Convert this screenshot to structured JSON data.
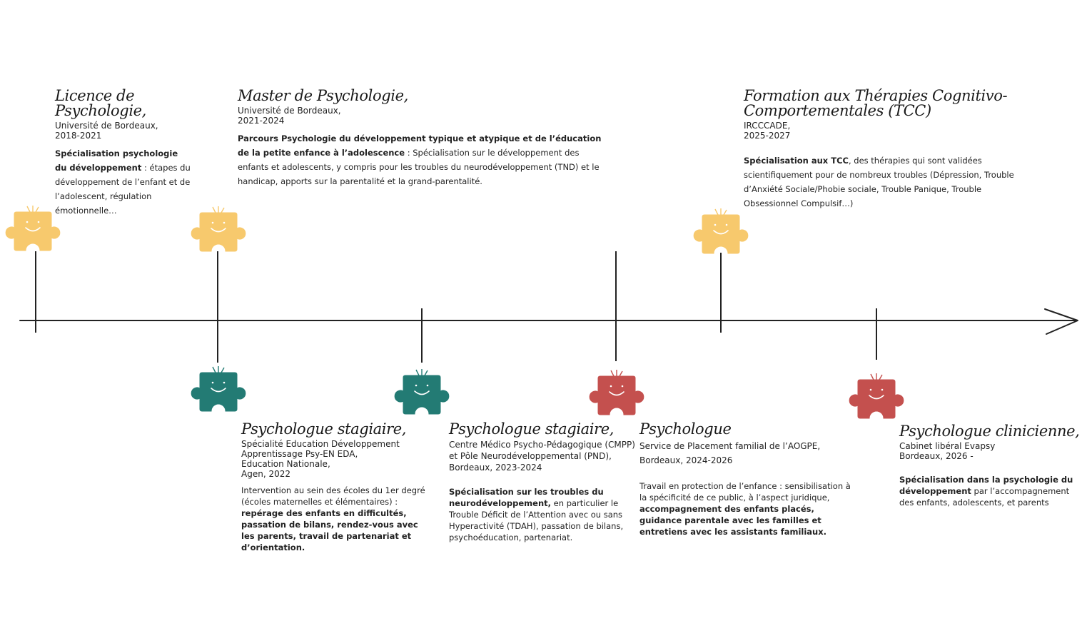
{
  "colors": {
    "yellow": "#F7C96D",
    "teal": "#237B74",
    "red": "#C4504E",
    "line": "#222222"
  },
  "events": [
    {
      "title": "Licence de Psychologie,",
      "sub": [
        "Université de Bordeaux,",
        "2018-2021"
      ],
      "desc_bold": "Spécialisation psychologie du développement",
      "desc_text": " : étapes du développement de l’enfant et de l’adolescent, régulation émotionnelle…"
    },
    {
      "title": "Master de Psychologie,",
      "sub": [
        "Université de Bordeaux,",
        "2021-2024"
      ],
      "desc_bold": "Parcours Psychologie du développement typique et atypique et de l’éducation de la petite enfance à l’adolescence",
      "desc_text": " : Spécialisation sur le développement des enfants et adolescents, y compris pour les troubles du neurodéveloppement (TND) et le handicap, apports sur la parentalité et la grand-parentalité."
    },
    {
      "title": "Formation aux Thérapies Cognitivo-Comportementales (TCC)",
      "sub": [
        "IRCCCADE,",
        "2025-2027"
      ],
      "desc_bold": "Spécialisation aux TCC",
      "desc_text": ", des thérapies qui sont validées scientifiquement pour de nombreux troubles (Dépression, Trouble d’Anxiété Sociale/Phobie sociale, Trouble Panique, Trouble Obsessionnel Compulsif…)"
    },
    {
      "title": "Psychologue stagiaire,",
      "sub": [
        "Spécialité Education Développement",
        "Apprentissage Psy-EN EDA,",
        "Education Nationale,",
        "Agen, 2022"
      ],
      "desc_text": "Intervention au sein des écoles du 1er degré (écoles maternelles et élémentaires) : ",
      "desc_bold": "repérage des enfants en difficultés, passation de bilans, rendez-vous avec les parents, travail de partenariat et d’orientation."
    },
    {
      "title": "Psychologue stagiaire,",
      "sub": [
        "Centre Médico Psycho-Pédagogique (CMPP)",
        "et Pôle Neurodéveloppemental (PND),",
        "Bordeaux, 2023-2024"
      ],
      "desc_bold": "Spécialisation sur les troubles du neurodéveloppement,",
      "desc_text": " en particulier le Trouble Déficit de l’Attention avec ou sans Hyperactivité (TDAH), passation de bilans, psychoéducation, partenariat."
    },
    {
      "title": "Psychologue",
      "sub": [
        "Service de Placement familial de l’AOGPE,",
        "Bordeaux, 2024-2026"
      ],
      "desc_text": "Travail en protection de l’enfance : sensibilisation à la spécificité de ce public, à l’aspect juridique, ",
      "desc_bold": "accompagnement des enfants placés, guidance parentale avec les familles et entretiens avec les assistants familiaux."
    },
    {
      "title": "Psychologue clinicienne,",
      "sub": [
        "Cabinet libéral Evapsy",
        "Bordeaux, 2026 -"
      ],
      "desc_bold": "Spécialisation dans la psychologie du développement",
      "desc_text": " par l’accompagnement des enfants, adolescents, et parents"
    }
  ]
}
